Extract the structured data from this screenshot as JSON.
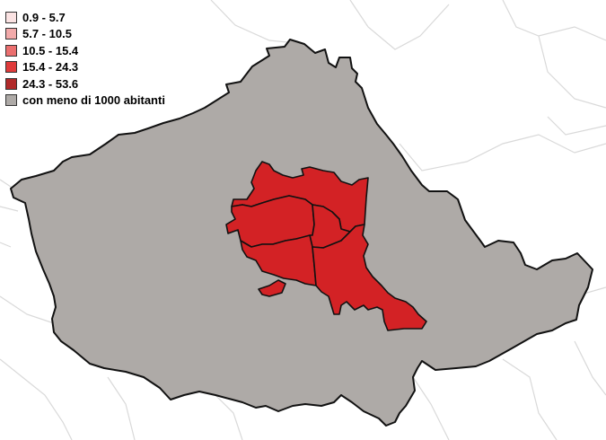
{
  "legend": {
    "items": [
      {
        "label": "0.9 - 5.7",
        "color": "#fbe3e3"
      },
      {
        "label": "5.7 - 10.5",
        "color": "#f2aaaa"
      },
      {
        "label": "10.5 - 15.4",
        "color": "#eb6f6f"
      },
      {
        "label": "15.4 - 24.3",
        "color": "#e03b3b"
      },
      {
        "label": "24.3 - 53.6",
        "color": "#b02a2a"
      },
      {
        "label": "con meno di 1000 abitanti",
        "color": "#aeaaa7"
      }
    ]
  },
  "map": {
    "outer_region_color": "#aeaaa7",
    "urban_area_color": "#d32225",
    "background_color": "#ffffff",
    "neighbor_boundary_color": "#d6d6d6"
  }
}
